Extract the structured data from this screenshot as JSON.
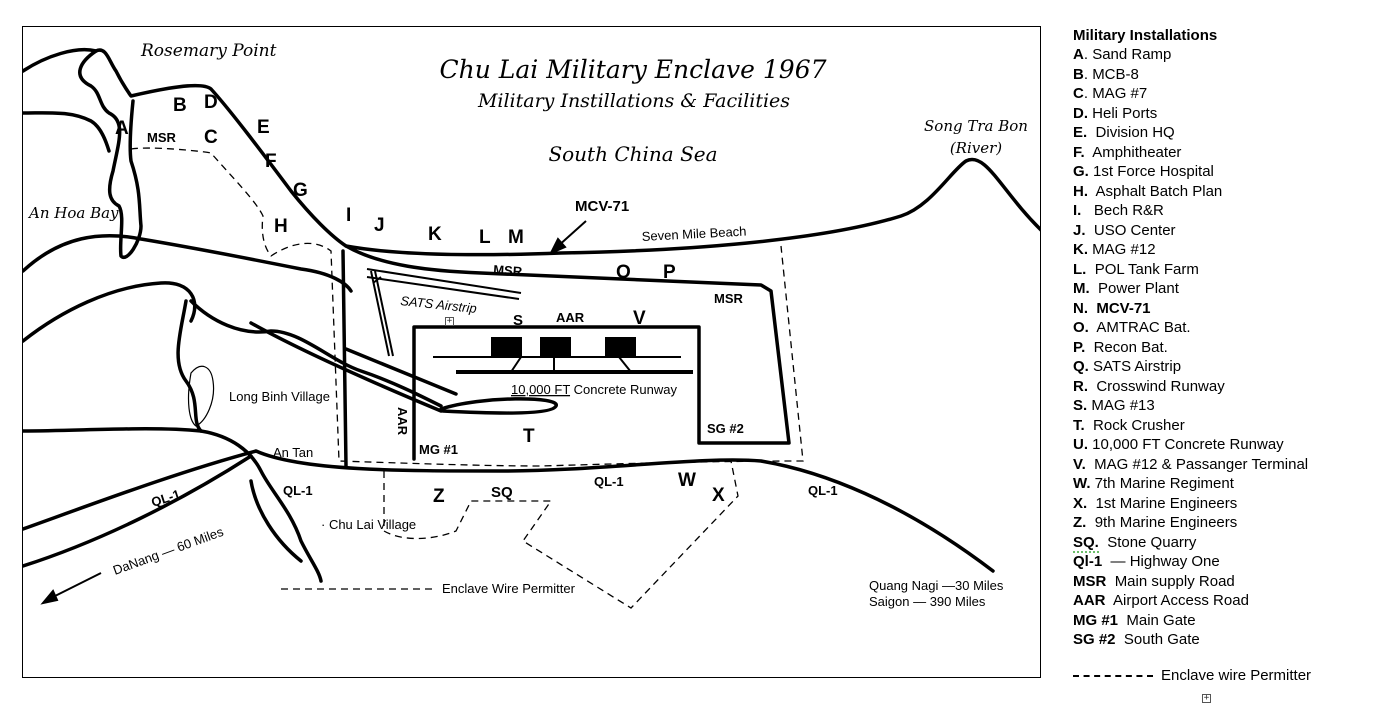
{
  "map": {
    "title": "Chu Lai Military Enclave 1967",
    "subtitle": "Military Instillations & Facilities",
    "labels": {
      "rosemary_point": "Rosemary Point",
      "an_hoa_bay": "An Hoa Bay",
      "south_china_sea": "South China Sea",
      "song_tra_bon": "Song Tra Bon",
      "river": "(River)",
      "seven_mile_beach": "Seven Mile Beach",
      "mcv71": "MCV-71",
      "long_binh_village": "Long Binh Village",
      "an_tan": "An Tan",
      "chu_lai_village": "· Chu Lai  Village",
      "danang": "DaNang — 60 Miles",
      "enclave_wire": "Enclave Wire Permitter",
      "quang_nagi": "Quang Nagi —30 Miles",
      "saigon": "Saigon — 390 Miles",
      "sats_airstrip": "SATS Airstrip",
      "runway_ft": "10,000 FT",
      "runway_rest": " Concrete Runway",
      "msr": "MSR",
      "aar": "AAR",
      "mg1": "MG #1",
      "sg2": "SG #2",
      "ql1": "QL-1",
      "sq": "SQ"
    },
    "letters": {
      "A": "A",
      "B": "B",
      "C": "C",
      "D": "D",
      "E": "E",
      "F": "F",
      "G": "G",
      "H": "H",
      "I": "I",
      "J": "J",
      "K": "K",
      "L": "L",
      "M": "M",
      "O": "O",
      "P": "P",
      "S": "S",
      "T": "T",
      "V": "V",
      "W": "W",
      "X": "X",
      "Z": "Z"
    }
  },
  "legend": {
    "title": "Military Installations",
    "items": [
      {
        "key": "A",
        "sep": ". ",
        "text": "Sand Ramp"
      },
      {
        "key": "B",
        "sep": ". ",
        "text": "MCB-8"
      },
      {
        "key": "C",
        "sep": ". ",
        "text": "MAG #7"
      },
      {
        "key": "D.",
        "sep": " ",
        "text": "Heli Ports"
      },
      {
        "key": "E.",
        "sep": "  ",
        "text": "Division HQ"
      },
      {
        "key": "F.",
        "sep": "  ",
        "text": "Amphitheater"
      },
      {
        "key": "G.",
        "sep": " ",
        "text": "1st Force Hospital"
      },
      {
        "key": "H.",
        "sep": "  ",
        "text": "Asphalt Batch Plan"
      },
      {
        "key": "I.",
        "sep": "   ",
        "text": "Bech R&R"
      },
      {
        "key": "J.",
        "sep": "  ",
        "text": "USO Center"
      },
      {
        "key": "K.",
        "sep": " ",
        "text": "MAG #12"
      },
      {
        "key": "L.",
        "sep": "  ",
        "text": "POL Tank Farm"
      },
      {
        "key": "M.",
        "sep": "  ",
        "text": "Power Plant"
      },
      {
        "key": "N.",
        "sep": "  ",
        "text": "MCV-71"
      },
      {
        "key": "O.",
        "sep": "  ",
        "text": "AMTRAC Bat."
      },
      {
        "key": "P.",
        "sep": "  ",
        "text": "Recon Bat."
      },
      {
        "key": "Q.",
        "sep": " ",
        "text": "SATS Airstrip"
      },
      {
        "key": "R.",
        "sep": "  ",
        "text": "Crosswind Runway"
      },
      {
        "key": "S.",
        "sep": " ",
        "text": "MAG #13"
      },
      {
        "key": "T.",
        "sep": "  ",
        "text": "Rock Crusher"
      },
      {
        "key": "U.",
        "sep": " ",
        "text": "10,000 FT Concrete Runway"
      },
      {
        "key": "V.",
        "sep": "  ",
        "text": "MAG #12  & Passanger Terminal"
      },
      {
        "key": "W.",
        "sep": " ",
        "text": "7th Marine Regiment"
      },
      {
        "key": "X.",
        "sep": "  ",
        "text": "1st Marine Engineers"
      },
      {
        "key": "Z.",
        "sep": "  ",
        "text": "9th Marine Engineers"
      },
      {
        "key": "SQ.",
        "sep": "  ",
        "text": "Stone Quarry"
      },
      {
        "key": "Ql-1",
        "sep": "  ",
        "text": "— Highway One"
      },
      {
        "key": "MSR",
        "sep": "  ",
        "text": "Main supply Road"
      },
      {
        "key": "AAR",
        "sep": "  ",
        "text": "Airport Access Road"
      },
      {
        "key": "MG #1",
        "sep": "  ",
        "text": "Main Gate"
      },
      {
        "key": "SG #2",
        "sep": "  ",
        "text": "South Gate"
      }
    ],
    "wire_label": "Enclave wire Permitter"
  }
}
